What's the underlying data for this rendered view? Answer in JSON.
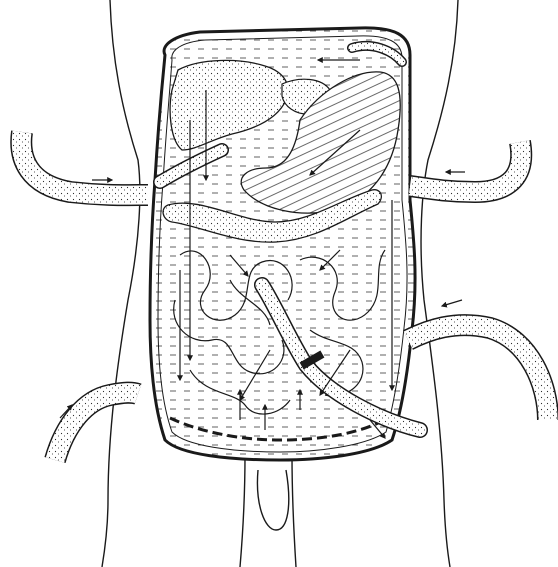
{
  "figure": {
    "subject": "abdominal-lavage-drainage-illustration",
    "line_color": "#1a1a1a",
    "fluid_color": "#ffffff",
    "stipple_color": "#2a2a2a",
    "components": [
      {
        "name": "torso-outline"
      },
      {
        "name": "abdominal-cavity"
      },
      {
        "name": "liver"
      },
      {
        "name": "stomach"
      },
      {
        "name": "transverse-colon"
      },
      {
        "name": "small-bowel-loops"
      },
      {
        "name": "pelvic-floor"
      },
      {
        "name": "inflow-tube-upper-left"
      },
      {
        "name": "inflow-tube-upper-right"
      },
      {
        "name": "inflow-tube-middle-right"
      },
      {
        "name": "inflow-tube-lower-left"
      },
      {
        "name": "outflow-tube-lower-right"
      },
      {
        "name": "flow-arrows"
      }
    ]
  }
}
